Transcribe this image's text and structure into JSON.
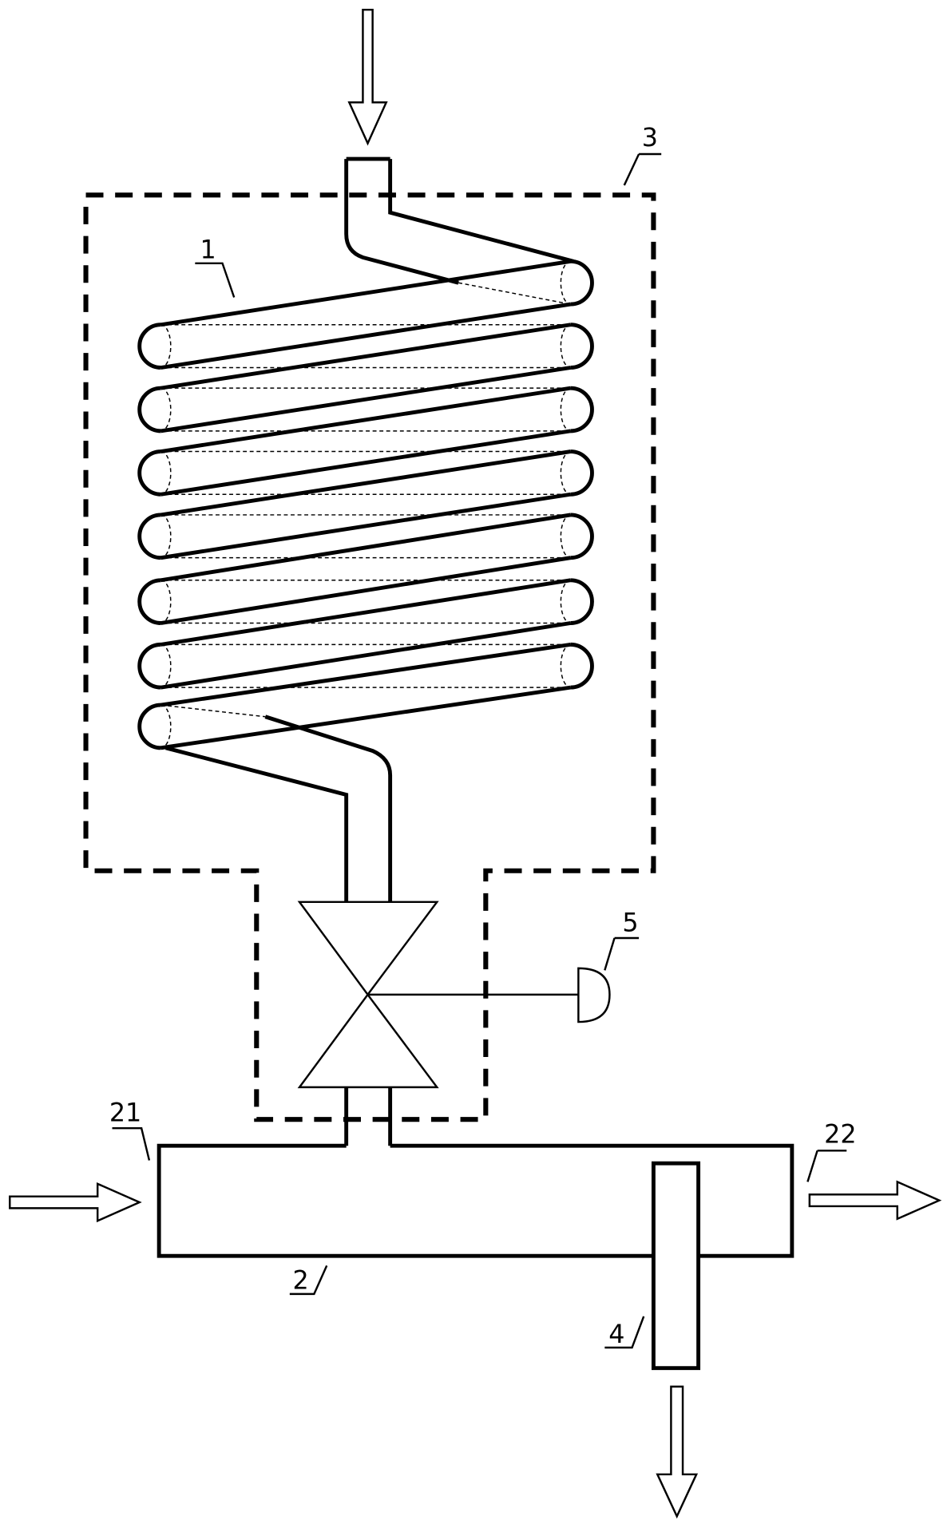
{
  "labels": {
    "coil": "1",
    "pipe": "2",
    "enclosure": "3",
    "outlet_pipe": "4",
    "actuator": "5",
    "inlet_port": "21",
    "outlet_port": "22"
  },
  "colors": {
    "line": "#000000",
    "background": "#ffffff"
  }
}
